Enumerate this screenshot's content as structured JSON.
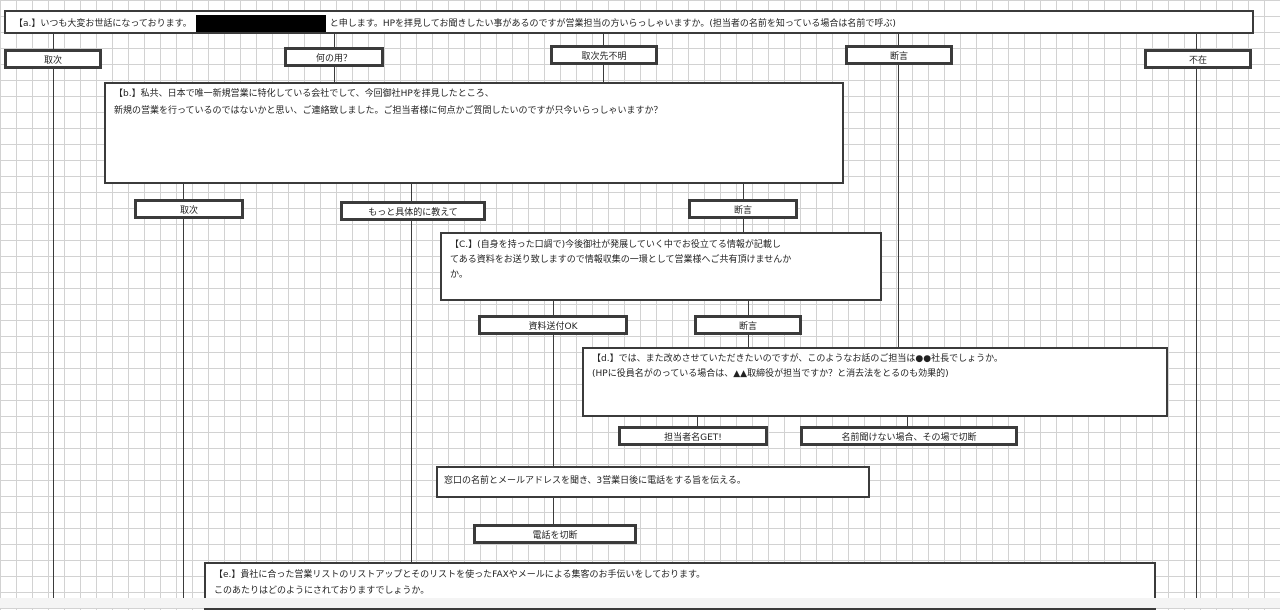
{
  "box_a": {
    "before": "【a.】いつも大変お世話になっております。",
    "after": "と申します。HPを拝見してお聞きしたい事があるのですが営業担当の方いらっしゃいますか。(担当者の名前を知っている場合は名前で呼ぶ)"
  },
  "row1": {
    "label1": "取次",
    "label2": "何の用？",
    "label3": "取次先不明",
    "label4": "断言",
    "label5": "不在"
  },
  "box_b": {
    "line1": "【b.】私共、日本で唯一新規営業に特化している会社でして、今回御社HPを拝見したところ、",
    "line2": "新規の営業を行っているのではないかと思い、ご連絡致しました。ご担当者様に何点かご質問したいのですが只今いらっしゃいますか？"
  },
  "row2": {
    "label1": "取次",
    "label2": "もっと具体的に教えて",
    "label3": "断言"
  },
  "box_c": {
    "line1": "【C.】(自身を持った口調で)今後御社が発展していく中でお役立てる情報が記載し",
    "line2": "てある資料をお送り致しますので情報収集の一環として営業様へご共有頂けませんか",
    "line3": "か。"
  },
  "row3": {
    "label1": "資料送付OK",
    "label2": "断言"
  },
  "box_d": {
    "line1": "【d.】では、また改めさせていただきたいのですが、このようなお話のご担当は●●社長でしょうか。",
    "line2": "(HPに役員名がのっている場合は、▲▲取締役が担当ですか？と消去法をとるのも効果的)"
  },
  "row4": {
    "label1": "担当者名GET!",
    "label2": "名前聞けない場合、その場で切断"
  },
  "box_window": {
    "text": "窓口の名前とメールアドレスを聞き、3営業日後に電話をする旨を伝える。"
  },
  "row5": {
    "label1": "電話を切断"
  },
  "box_e": {
    "line1": "【e.】貴社に合った営業リストのリストアップとそのリストを使ったFAXやメールによる集客のお手伝いをしております。",
    "line2": "このあたりはどのようにされておりますでしょうか。"
  }
}
